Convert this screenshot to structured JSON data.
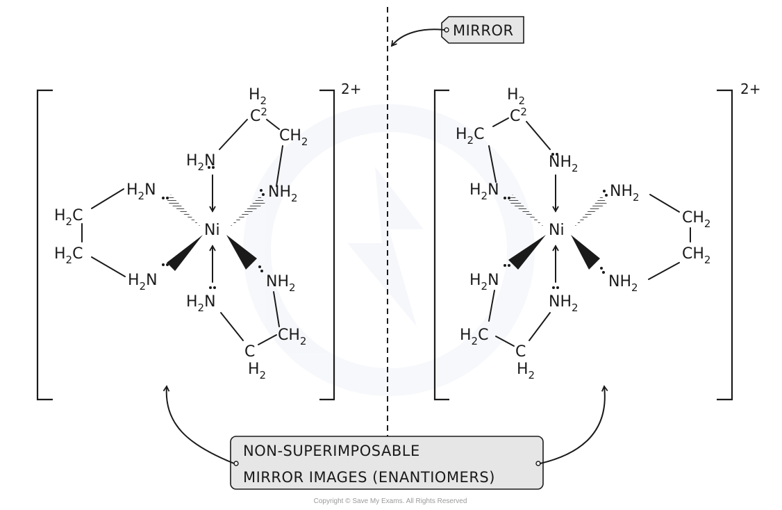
{
  "mirror_label": "MIRROR",
  "caption": {
    "line1": "NON-SUPERIMPOSABLE",
    "line2": "MIRROR IMAGES (ENANTIOMERS)"
  },
  "charge": "2+",
  "copyright": "Copyright © Save My Exams. All Rights Reserved",
  "atoms": {
    "metal": "Ni",
    "H": "H",
    "C": "C",
    "N": "N",
    "CH": "CH",
    "NH": "NH",
    "sub2": "2"
  },
  "colors": {
    "ink": "#1a1a1a",
    "label_fill": "#e6e6e6",
    "watermark": "#eef1f8"
  }
}
